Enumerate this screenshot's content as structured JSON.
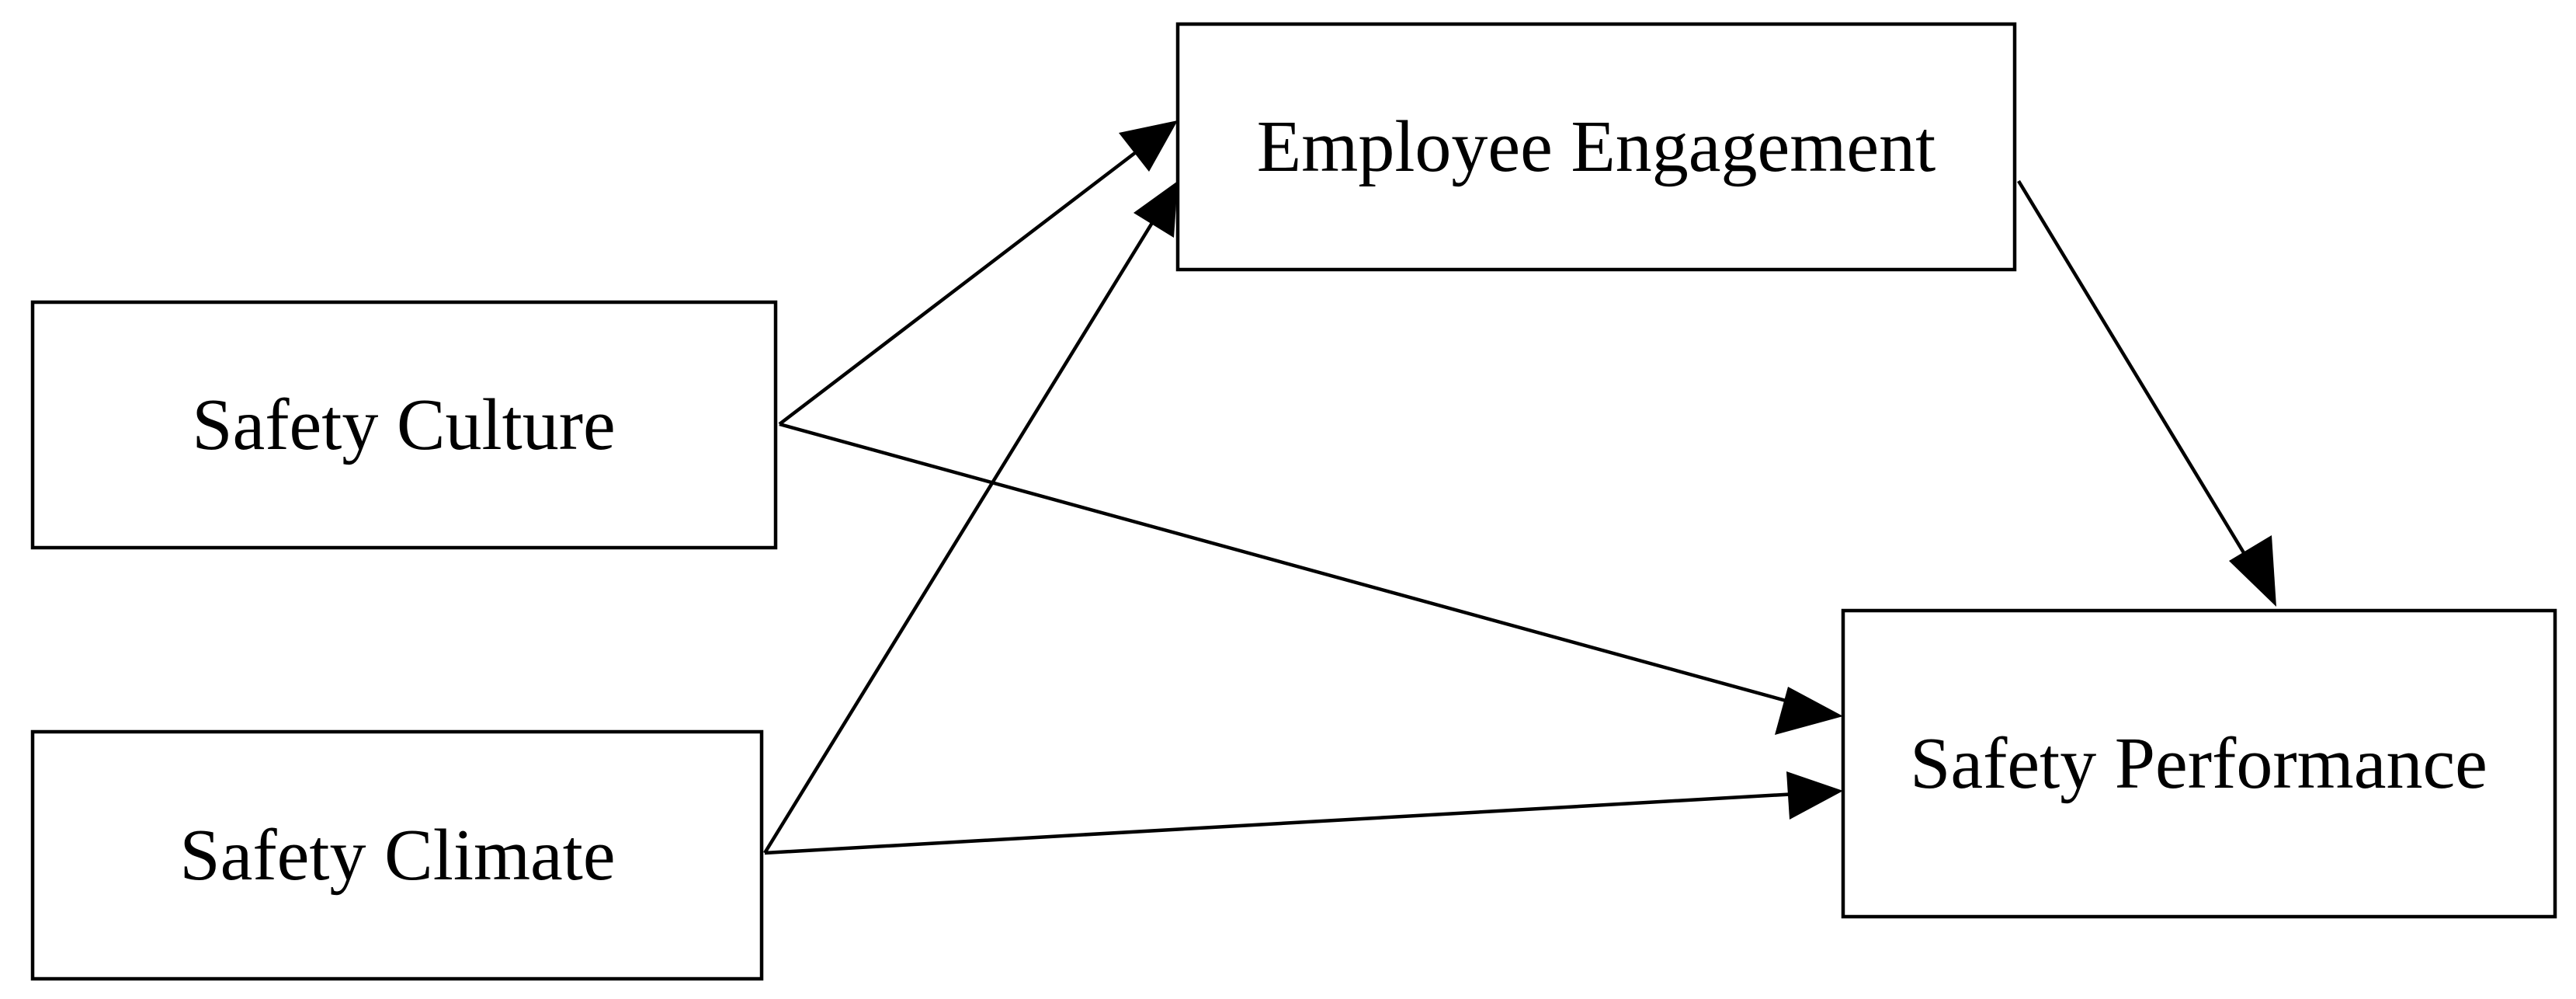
{
  "nodes": {
    "safety_culture": {
      "label": "Safety Culture"
    },
    "safety_climate": {
      "label": "Safety Climate"
    },
    "employee_engagement": {
      "label": "Employee Engagement"
    },
    "safety_performance": {
      "label": "Safety Performance"
    }
  },
  "edges": [
    {
      "from": "safety_culture",
      "to": "employee_engagement"
    },
    {
      "from": "safety_culture",
      "to": "safety_performance"
    },
    {
      "from": "safety_climate",
      "to": "employee_engagement"
    },
    {
      "from": "safety_climate",
      "to": "safety_performance"
    },
    {
      "from": "employee_engagement",
      "to": "safety_performance"
    }
  ],
  "colors": {
    "stroke": "#000000",
    "background": "#ffffff",
    "text": "#000000"
  }
}
